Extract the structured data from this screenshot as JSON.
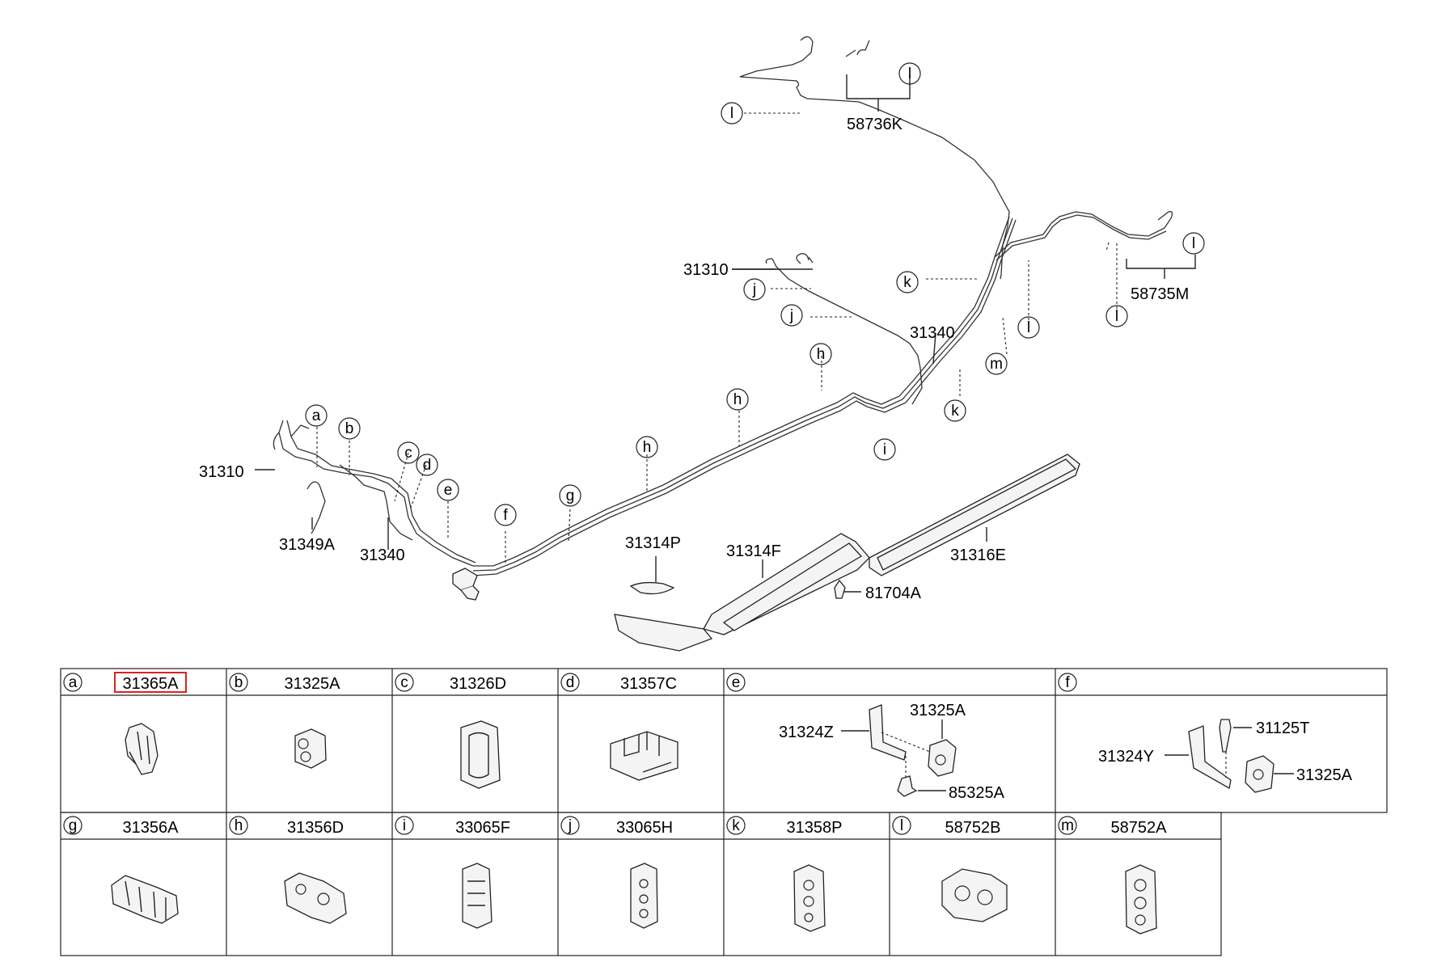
{
  "diagram": {
    "labels": {
      "l_58736K": "58736K",
      "l_58735M": "58735M",
      "l_31310_top": "31310",
      "l_31340_top": "31340",
      "l_31310_left": "31310",
      "l_31349A": "31349A",
      "l_31340_left": "31340",
      "l_31314P": "31314P",
      "l_31314F": "31314F",
      "l_31316E": "31316E",
      "l_81704A": "81704A"
    },
    "callouts": {
      "c_l1": "l",
      "c_l2": "l",
      "c_l3": "l",
      "c_l4": "l",
      "c_l5": "l",
      "c_k1": "k",
      "c_k2": "k",
      "c_m": "m",
      "c_j1": "j",
      "c_j2": "j",
      "c_i": "i",
      "c_h1": "h",
      "c_h2": "h",
      "c_h3": "h",
      "c_g": "g",
      "c_f": "f",
      "c_e": "e",
      "c_d": "d",
      "c_c": "c",
      "c_b": "b",
      "c_a": "a"
    }
  },
  "table": {
    "cells": [
      {
        "letter": "a",
        "part": "31365A",
        "highlighted": true
      },
      {
        "letter": "b",
        "part": "31325A"
      },
      {
        "letter": "c",
        "part": "31326D"
      },
      {
        "letter": "d",
        "part": "31357C"
      },
      {
        "letter": "e",
        "part": ""
      },
      {
        "letter": "f",
        "part": ""
      },
      {
        "letter": "g",
        "part": "31356A"
      },
      {
        "letter": "h",
        "part": "31356D"
      },
      {
        "letter": "i",
        "part": "33065F"
      },
      {
        "letter": "j",
        "part": "33065H"
      },
      {
        "letter": "k",
        "part": "31358P"
      },
      {
        "letter": "l",
        "part": "58752B"
      },
      {
        "letter": "m",
        "part": "58752A"
      }
    ],
    "e_parts": {
      "bracket": "31324Z",
      "clip": "31325A",
      "bolt": "85325A"
    },
    "f_parts": {
      "bracket": "31324Y",
      "bolt": "31125T",
      "clip": "31325A"
    }
  },
  "colors": {
    "line": "#222222",
    "highlight": "#e02020"
  }
}
